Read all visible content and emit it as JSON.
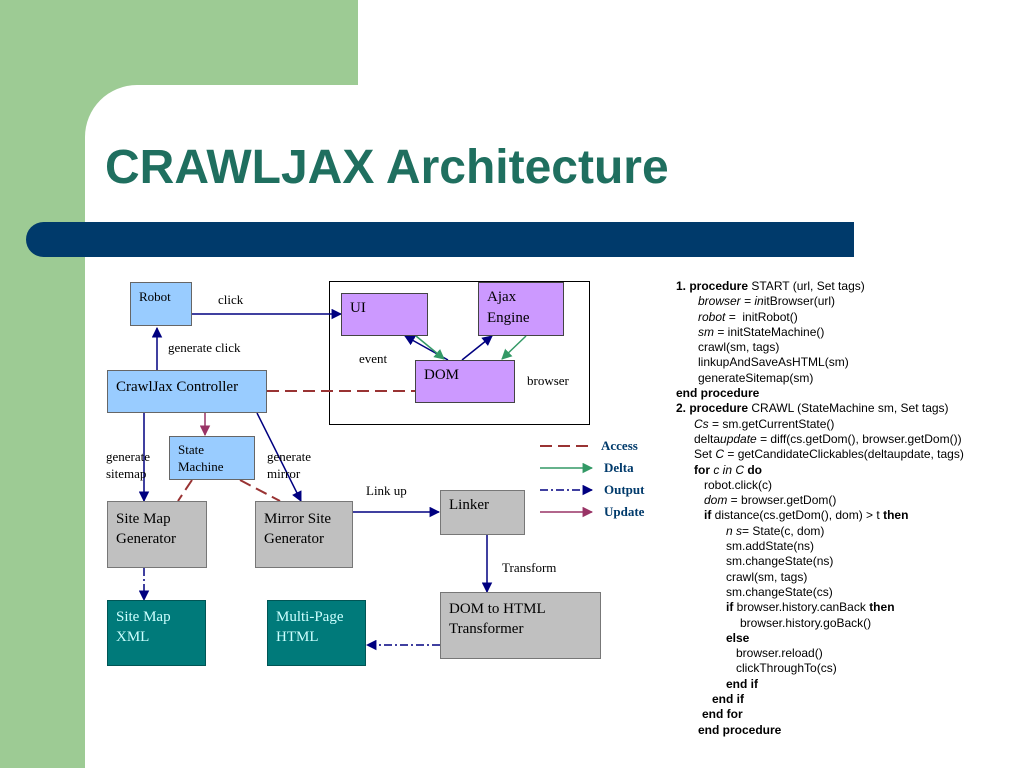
{
  "slide": {
    "title": "CRAWLJAX Architecture"
  },
  "diagram": {
    "nodes": {
      "robot": "Robot",
      "ui": "UI",
      "ajax_engine_1": "Ajax",
      "ajax_engine_2": "Engine",
      "dom": "DOM",
      "crawljax_controller": "CrawlJax Controller",
      "state_machine_1": "State",
      "state_machine_2": "Machine",
      "site_map_generator_1": "Site Map",
      "site_map_generator_2": "Generator",
      "mirror_site_generator_1": "Mirror Site",
      "mirror_site_generator_2": "Generator",
      "linker": "Linker",
      "dom_to_html_1": "DOM to HTML",
      "dom_to_html_2": "Transformer",
      "site_map_xml_1": "Site Map",
      "site_map_xml_2": "XML",
      "multi_page_html_1": "Multi-Page",
      "multi_page_html_2": "HTML"
    },
    "edge_labels": {
      "click": "click",
      "generate_click": "generate click",
      "event": "event",
      "browser": "browser",
      "generate_sitemap_1": "generate",
      "generate_sitemap_2": "sitemap",
      "generate_mirror_1": "generate",
      "generate_mirror_2": "mirror",
      "link_up": "Link up",
      "transform": "Transform"
    },
    "legend": {
      "access": "Access",
      "delta": "Delta",
      "output": "Output",
      "update": "Update"
    },
    "colors": {
      "access": "#993333",
      "delta": "#339966",
      "output": "#000080",
      "update": "#993366"
    }
  },
  "algorithm": {
    "lines": [
      {
        "indent": 0,
        "parts": [
          {
            "t": "1. procedure",
            "b": true
          },
          {
            "t": " START (url, Set tags)"
          }
        ]
      },
      {
        "indent": 22,
        "parts": [
          {
            "t": "browser = in",
            "i": true
          },
          {
            "t": "itBrowser(url)"
          }
        ]
      },
      {
        "indent": 22,
        "parts": [
          {
            "t": "robot = ",
            "i": true
          },
          {
            "t": " initRobot()"
          }
        ]
      },
      {
        "indent": 22,
        "parts": [
          {
            "t": "sm",
            "i": true
          },
          {
            "t": " = initStateMachine()"
          }
        ]
      },
      {
        "indent": 22,
        "parts": [
          {
            "t": "crawl(sm, tags)"
          }
        ]
      },
      {
        "indent": 22,
        "parts": [
          {
            "t": "linkupAndSaveAsHTML(sm)"
          }
        ]
      },
      {
        "indent": 22,
        "parts": [
          {
            "t": "generateSitemap(sm)"
          }
        ]
      },
      {
        "indent": 0,
        "parts": [
          {
            "t": "end procedure",
            "b": true
          }
        ]
      },
      {
        "indent": 0,
        "parts": [
          {
            "t": "2. procedure",
            "b": true
          },
          {
            "t": " CRAWL (StateMachine sm, Set tags)"
          }
        ]
      },
      {
        "indent": 18,
        "parts": [
          {
            "t": "Cs",
            "i": true
          },
          {
            "t": " = sm.getCurrentState()"
          }
        ]
      },
      {
        "indent": 18,
        "parts": [
          {
            "t": "delta"
          },
          {
            "t": "update",
            "i": true
          },
          {
            "t": " = diff(cs.getDom(), browser.getDom())"
          }
        ]
      },
      {
        "indent": 18,
        "parts": [
          {
            "t": "Set "
          },
          {
            "t": "C",
            "i": true
          },
          {
            "t": " = getCandidateClickables(deltaupdate, tags)"
          }
        ]
      },
      {
        "indent": 18,
        "parts": [
          {
            "t": "for",
            "b": true
          },
          {
            "t": " c in C",
            "i": true
          },
          {
            "t": " do",
            "b": true
          }
        ]
      },
      {
        "indent": 28,
        "parts": [
          {
            "t": "robot.click(c)"
          }
        ]
      },
      {
        "indent": 28,
        "parts": [
          {
            "t": "dom",
            "i": true
          },
          {
            "t": " = browser.getDom()"
          }
        ]
      },
      {
        "indent": 28,
        "parts": [
          {
            "t": "if",
            "b": true
          },
          {
            "t": " distance(cs.getDom(), dom) > t "
          },
          {
            "t": "then",
            "b": true
          }
        ]
      },
      {
        "indent": 50,
        "parts": [
          {
            "t": "n s",
            "i": true
          },
          {
            "t": "= State(c, dom)"
          }
        ]
      },
      {
        "indent": 50,
        "parts": [
          {
            "t": "sm.addState(ns)"
          }
        ]
      },
      {
        "indent": 50,
        "parts": [
          {
            "t": "sm.changeState(ns)"
          }
        ]
      },
      {
        "indent": 50,
        "parts": [
          {
            "t": "crawl(sm, tags)"
          }
        ]
      },
      {
        "indent": 50,
        "parts": [
          {
            "t": "sm.changeState(cs)"
          }
        ]
      },
      {
        "indent": 50,
        "parts": [
          {
            "t": "if",
            "b": true
          },
          {
            "t": " browser.history.canBack "
          },
          {
            "t": "then",
            "b": true
          }
        ]
      },
      {
        "indent": 64,
        "parts": [
          {
            "t": "browser.history.goBack()"
          }
        ]
      },
      {
        "indent": 50,
        "parts": [
          {
            "t": "else",
            "b": true
          }
        ]
      },
      {
        "indent": 60,
        "parts": [
          {
            "t": "browser.reload()"
          }
        ]
      },
      {
        "indent": 60,
        "parts": [
          {
            "t": "clickThroughTo(cs)"
          }
        ]
      },
      {
        "indent": 50,
        "parts": [
          {
            "t": "end if",
            "b": true
          }
        ]
      },
      {
        "indent": 36,
        "parts": [
          {
            "t": "end if",
            "b": true
          }
        ]
      },
      {
        "indent": 26,
        "parts": [
          {
            "t": "end for",
            "b": true
          }
        ]
      },
      {
        "indent": 22,
        "parts": [
          {
            "t": "end procedure",
            "b": true
          }
        ]
      }
    ]
  }
}
